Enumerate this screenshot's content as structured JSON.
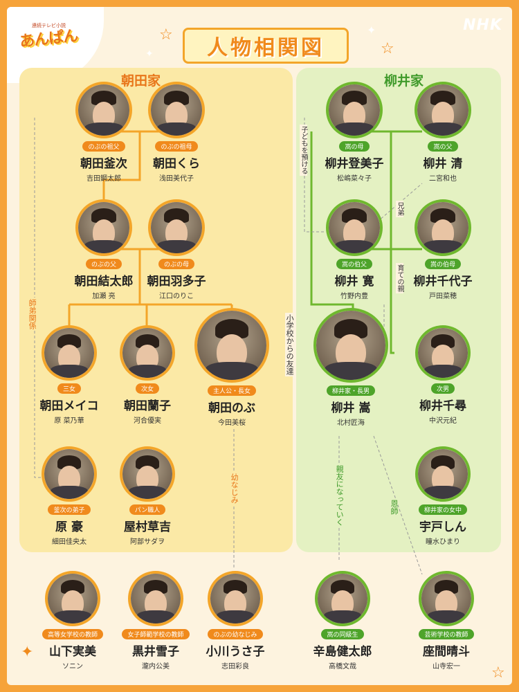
{
  "header": {
    "title": "人物相関図",
    "logo": "あんぱん",
    "logo_sub": "連続テレビ小説",
    "broadcaster": "NHK"
  },
  "families": {
    "asada": "朝田家",
    "yanai": "柳井家"
  },
  "people": {
    "asada_kamaji": {
      "role": "のぶの祖父",
      "name": "朝田釜次",
      "actor": "吉田鋼太郎"
    },
    "asada_kura": {
      "role": "のぶの祖母",
      "name": "朝田くら",
      "actor": "浅田美代子"
    },
    "asada_yutaro": {
      "role": "のぶの父",
      "name": "朝田結太郎",
      "actor": "加瀬 亮"
    },
    "asada_hatako": {
      "role": "のぶの母",
      "name": "朝田羽多子",
      "actor": "江口のりこ"
    },
    "asada_meiko": {
      "role": "三女",
      "name": "朝田メイコ",
      "actor": "原 菜乃華"
    },
    "asada_ranko": {
      "role": "次女",
      "name": "朝田蘭子",
      "actor": "河合優実"
    },
    "asada_nobu": {
      "role": "主人公・長女",
      "name": "朝田のぶ",
      "actor": "今田美桜"
    },
    "hara_go": {
      "role": "釜次の弟子",
      "name": "原 豪",
      "actor": "細田佳央太"
    },
    "yamura_sokichi": {
      "role": "パン職人",
      "name": "屋村草吉",
      "actor": "阿部サダヲ"
    },
    "yanai_tomiko": {
      "role": "嵩の母",
      "name": "柳井登美子",
      "actor": "松嶋菜々子"
    },
    "yanai_kiyoshi": {
      "role": "嵩の父",
      "name": "柳井 清",
      "actor": "二宮和也"
    },
    "yanai_hiroshi": {
      "role": "嵩の伯父",
      "name": "柳井 寛",
      "actor": "竹野内豊"
    },
    "yanai_chiyoko": {
      "role": "嵩の伯母",
      "name": "柳井千代子",
      "actor": "戸田菜穂"
    },
    "yanai_takashi": {
      "role": "柳井家・長男",
      "name": "柳井 嵩",
      "actor": "北村匠海"
    },
    "yanai_chihiro": {
      "role": "次男",
      "name": "柳井千尋",
      "actor": "中沢元紀"
    },
    "uto_shin": {
      "role": "柳井家の女中",
      "name": "宇戸しん",
      "actor": "瞳水ひまり"
    },
    "yamashita_mimi": {
      "role": "高等女学校の教師",
      "name": "山下実美",
      "actor": "ソニン"
    },
    "kuroi_yukiko": {
      "role": "女子師範学校の教師",
      "name": "黒井雪子",
      "actor": "瀧内公美"
    },
    "ogawa_usako": {
      "role": "のぶの幼なじみ",
      "name": "小川うさ子",
      "actor": "志田彩良"
    },
    "karashima_kentaro": {
      "role": "嵩の同級生",
      "name": "辛島健太郎",
      "actor": "高橋文哉"
    },
    "zama_haruto": {
      "role": "芸術学校の教師",
      "name": "座間晴斗",
      "actor": "山寺宏一"
    }
  },
  "relations": {
    "shitei": "師弟関係",
    "kodomo": "子どもを預ける",
    "kyodai": "兄弟",
    "sodate": "育ての親",
    "shogakko": "小学校からの友達",
    "osananajimi": "幼なじみ",
    "shinyu": "親友になっていく",
    "onshi": "恩師"
  },
  "colors": {
    "frame": "#f6a33a",
    "asada_accent": "#f08a1c",
    "yanai_accent": "#4ea42a",
    "asada_zone": "#fbe9a6",
    "yanai_zone": "#e4f1c2"
  }
}
